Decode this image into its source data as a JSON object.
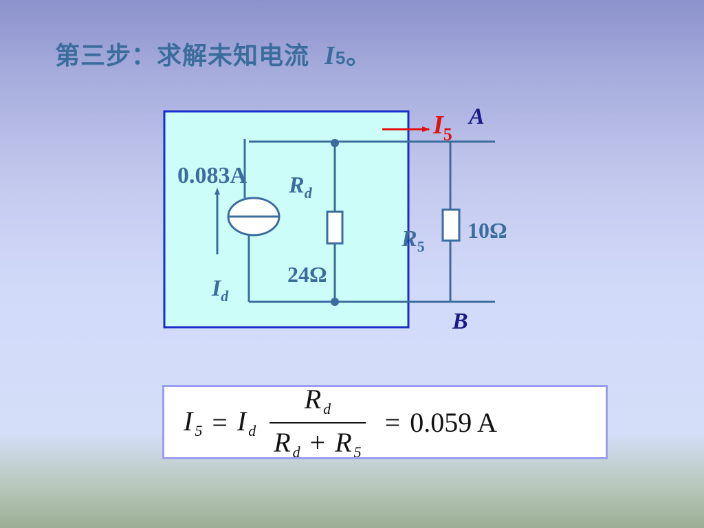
{
  "title": {
    "text": "第三步：求解未知电流",
    "symbol": "I",
    "symbol_sub": "5",
    "suffix": "。"
  },
  "circuit": {
    "source_value": "0.083A",
    "source_label": "I",
    "source_sub": "d",
    "rd_label": "R",
    "rd_sub": "d",
    "rd_value": "24Ω",
    "r5_label": "R",
    "r5_sub": "5",
    "r5_value": "10Ω",
    "current_label": "I",
    "current_sub": "5",
    "node_a": "A",
    "node_b": "B",
    "colors": {
      "wire": "#3b6d9c",
      "box_fill": "#cdfdf9",
      "box_border": "#1a2ccc",
      "current_arrow": "#e01010",
      "node_label": "#1a1a8a"
    }
  },
  "formula": {
    "lhs": "I",
    "lhs_sub": "5",
    "eq1": "=",
    "id": "I",
    "id_sub": "d",
    "num": "R",
    "num_sub": "d",
    "den1": "R",
    "den1_sub": "d",
    "den_plus": "+",
    "den2": "R",
    "den2_sub": "5",
    "eq2": "=",
    "result": "0.059 A"
  }
}
